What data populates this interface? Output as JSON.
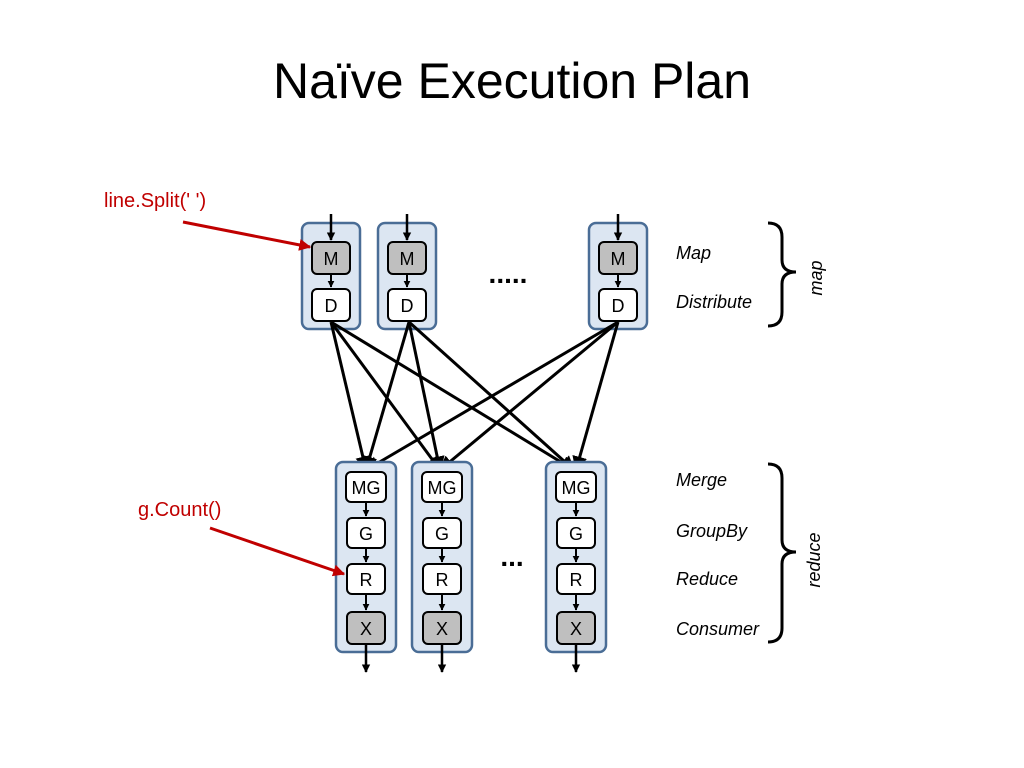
{
  "slide": {
    "title": "Naïve Execution Plan"
  },
  "map_stage": {
    "columns": [
      {
        "top_label": "M",
        "bottom_label": "D"
      },
      {
        "top_label": "M",
        "bottom_label": "D"
      },
      {
        "top_label": "M",
        "bottom_label": "D"
      }
    ],
    "ellipsis": "....."
  },
  "reduce_stage": {
    "columns": [
      {
        "labels": [
          "MG",
          "G",
          "R",
          "X"
        ]
      },
      {
        "labels": [
          "MG",
          "G",
          "R",
          "X"
        ]
      },
      {
        "labels": [
          "MG",
          "G",
          "R",
          "X"
        ]
      }
    ],
    "ellipsis": "..."
  },
  "stage_labels": {
    "map": [
      "Map",
      "Distribute"
    ],
    "map_group": "map",
    "reduce": [
      "Merge",
      "GroupBy",
      "Reduce",
      "Consumer"
    ],
    "reduce_group": "reduce"
  },
  "annotations": {
    "map_note": "line.Split(' ')",
    "reduce_note": "g.Count()"
  },
  "colors": {
    "container_fill": "#dce6f2",
    "container_stroke": "#4a6d96",
    "shaded_node": "#bfbfbf",
    "annotation": "#c00000"
  }
}
